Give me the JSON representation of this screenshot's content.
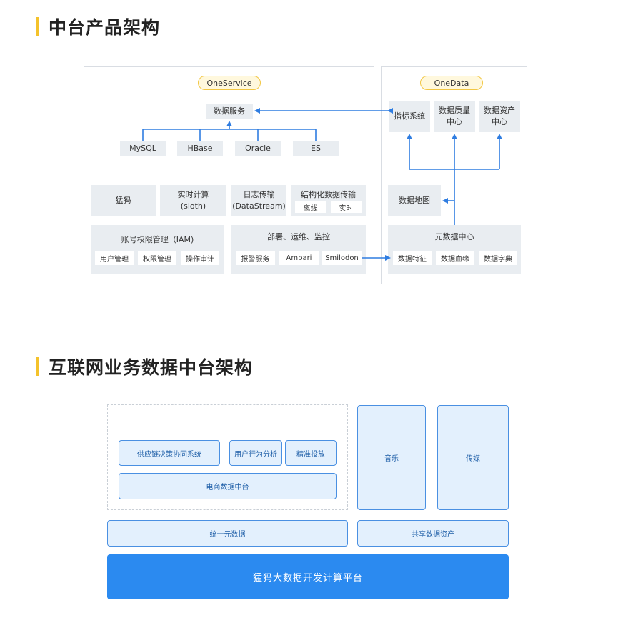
{
  "section1": {
    "title": "中台产品架构",
    "oneservice": {
      "pill": "OneService",
      "data_service": "数据服务",
      "stores": [
        "MySQL",
        "HBase",
        "Oracle",
        "ES"
      ]
    },
    "onedata": {
      "pill": "OneData",
      "items": [
        "指标系统",
        "数据质量\n中心",
        "数据资产\n中心"
      ],
      "data_map": "数据地图",
      "meta_center": {
        "title": "元数据中心",
        "items": [
          "数据特征",
          "数据血缘",
          "数据字典"
        ]
      }
    },
    "lower": {
      "mengma": "猛犸",
      "realtime": "实时计算\n(sloth)",
      "log_transfer": "日志传输\n(DataStream)",
      "structured": {
        "title": "结构化数据传输",
        "items": [
          "离线",
          "实时"
        ]
      },
      "iam": {
        "title": "账号权限管理（IAM)",
        "items": [
          "用户管理",
          "权限管理",
          "操作审计"
        ]
      },
      "deploy": {
        "title": "部署、运维、监控",
        "items": [
          "报警服务",
          "Ambari",
          "Smilodon"
        ]
      }
    }
  },
  "section2": {
    "title": "互联网业务数据中台架构",
    "supply_chain": "供应链决策协同系统",
    "user_behavior": "用户行为分析",
    "precise_ads": "精准投放",
    "ecommerce": "电商数据中台",
    "music": "音乐",
    "media": "传媒",
    "unified_meta": "统一元数据",
    "shared_assets": "共享数据资产",
    "platform": "猛犸大数据开发计算平台"
  },
  "colors": {
    "accent_bar": "#f4c22b",
    "arrow_blue": "#2f7de1",
    "platform_blue": "#2b8af0"
  }
}
